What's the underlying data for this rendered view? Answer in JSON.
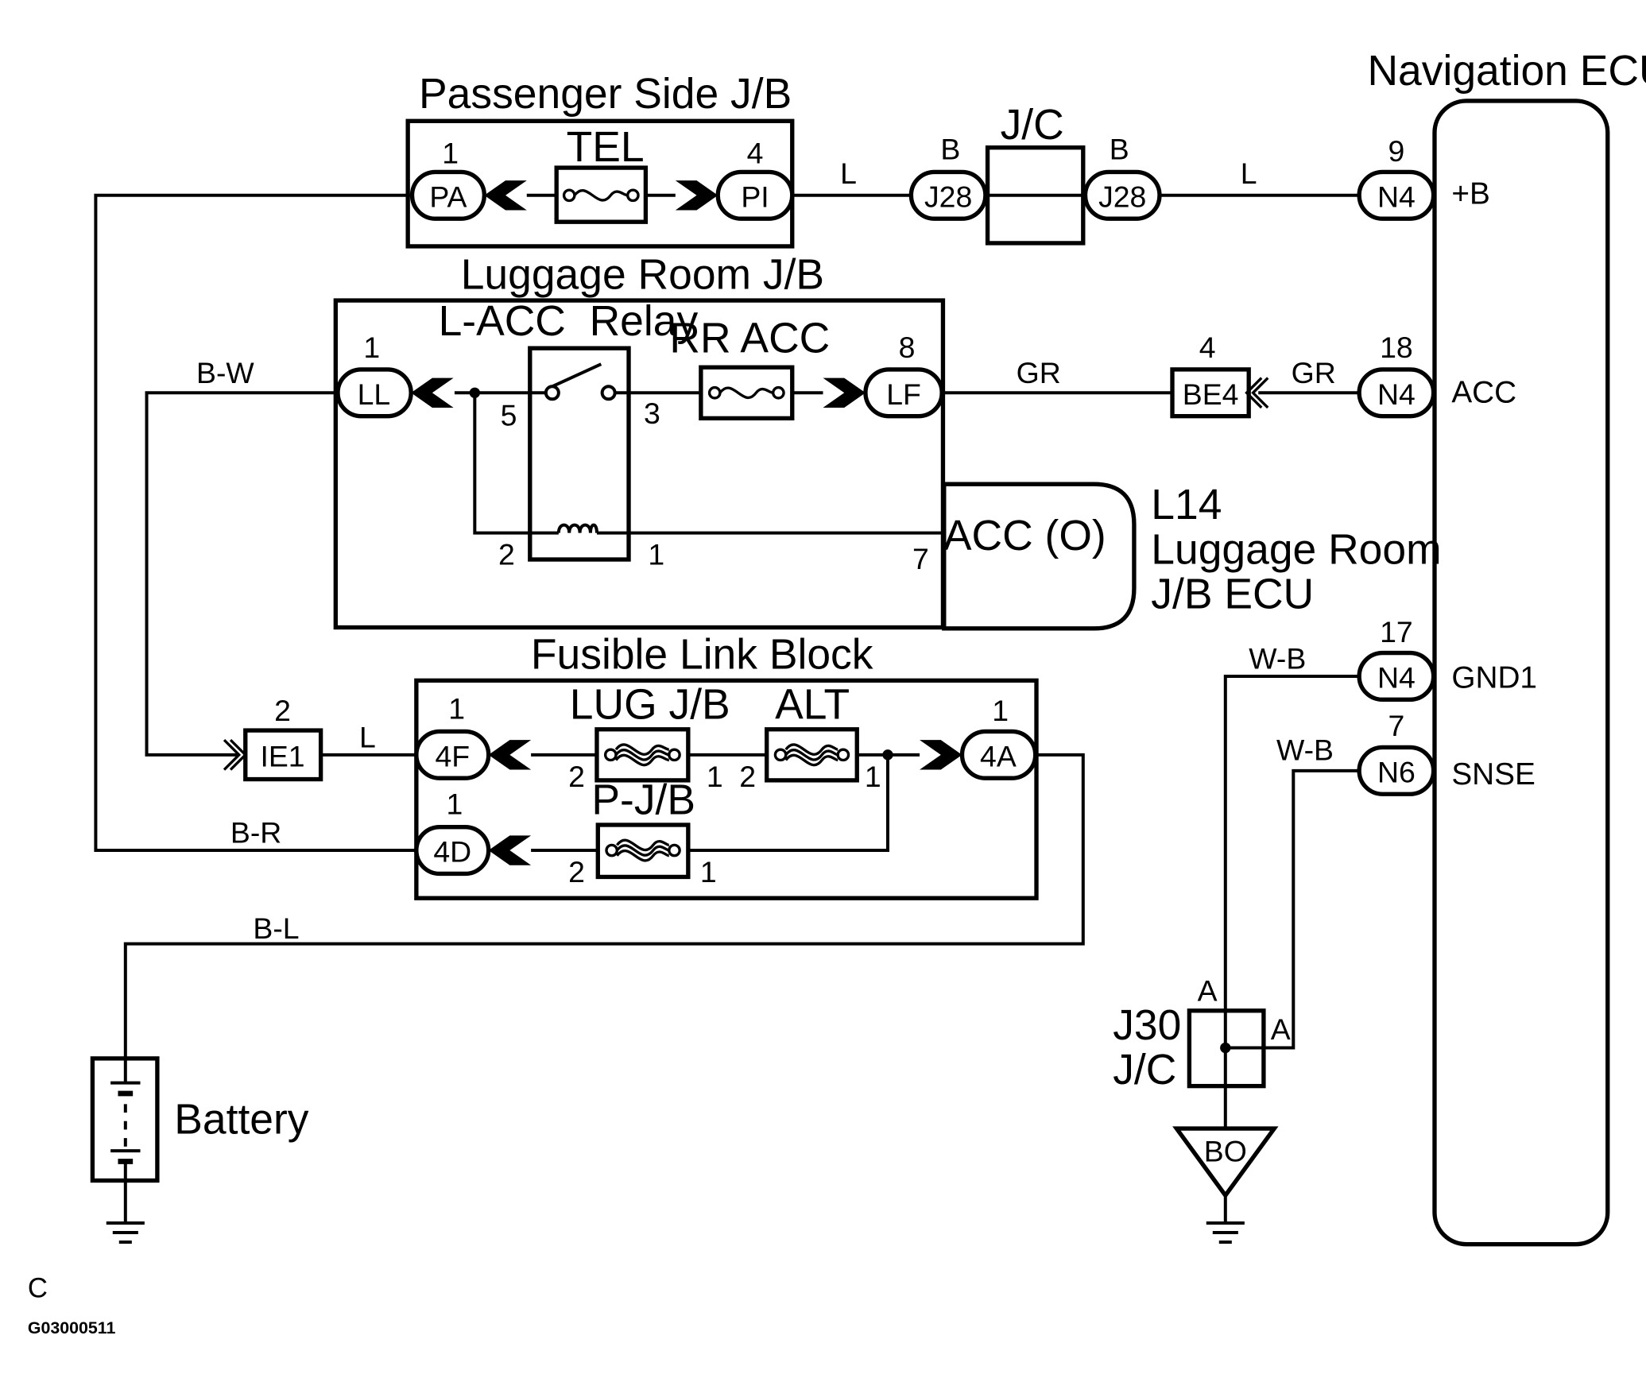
{
  "components": {
    "passenger_jb": "Passenger Side J/B",
    "tel_fuse": "TEL",
    "jc_top": "J/C",
    "navigation_ecu": "Navigation ECU",
    "luggage_jb": "Luggage Room J/B",
    "lacc_relay": "L-ACC  Relay",
    "rr_acc_fuse": "RR ACC",
    "acc_o": "ACC (O)",
    "l14": "L14",
    "luggage_ecu_line1": "Luggage Room",
    "luggage_ecu_line2": "J/B ECU",
    "fusible_block": "Fusible Link Block",
    "lug_jb_fuse": "LUG J/B",
    "alt_fuse": "ALT",
    "pjb_fuse": "P-J/B",
    "battery": "Battery",
    "j30": "J30",
    "j30_jc": "J/C"
  },
  "connectors": {
    "pa": "PA",
    "pi": "PI",
    "j28a": "J28",
    "j28b": "J28",
    "n4_b": "N4",
    "ll": "LL",
    "lf": "LF",
    "be4": "BE4",
    "n4_acc": "N4",
    "n4_gnd": "N4",
    "n6": "N6",
    "ie1": "IE1",
    "f4f": "4F",
    "f4a": "4A",
    "f4d": "4D",
    "bo": "BO"
  },
  "pins": {
    "pa": "1",
    "pi": "4",
    "j28a": "B",
    "j28b": "B",
    "n4_b": "9",
    "ll": "1",
    "lf": "8",
    "be4": "4",
    "n4_acc": "18",
    "relay_5": "5",
    "relay_3": "3",
    "relay_2": "2",
    "relay_1": "1",
    "ecu_7": "7",
    "n4_gnd": "17",
    "n6": "7",
    "ie1": "2",
    "f4f": "1",
    "f4a": "1",
    "f4d": "1",
    "lug_2": "2",
    "lug_1": "1",
    "alt_2": "2",
    "alt_1": "1",
    "pjb_2": "2",
    "pjb_1": "1",
    "j30_top": "A",
    "j30_right": "A"
  },
  "terminals": {
    "b": "+B",
    "acc": "ACC",
    "gnd1": "GND1",
    "snse": "SNSE"
  },
  "wires": {
    "pi_j28": "L",
    "j28_n4": "L",
    "bw": "B-W",
    "lf_be4": "GR",
    "be4_n4": "GR",
    "ie1_4f": "L",
    "br": "B-R",
    "bl": "B-L",
    "wb_gnd1": "W-B",
    "wb_snse": "W-B"
  },
  "footer": {
    "letter": "C",
    "code": "G03000511"
  }
}
